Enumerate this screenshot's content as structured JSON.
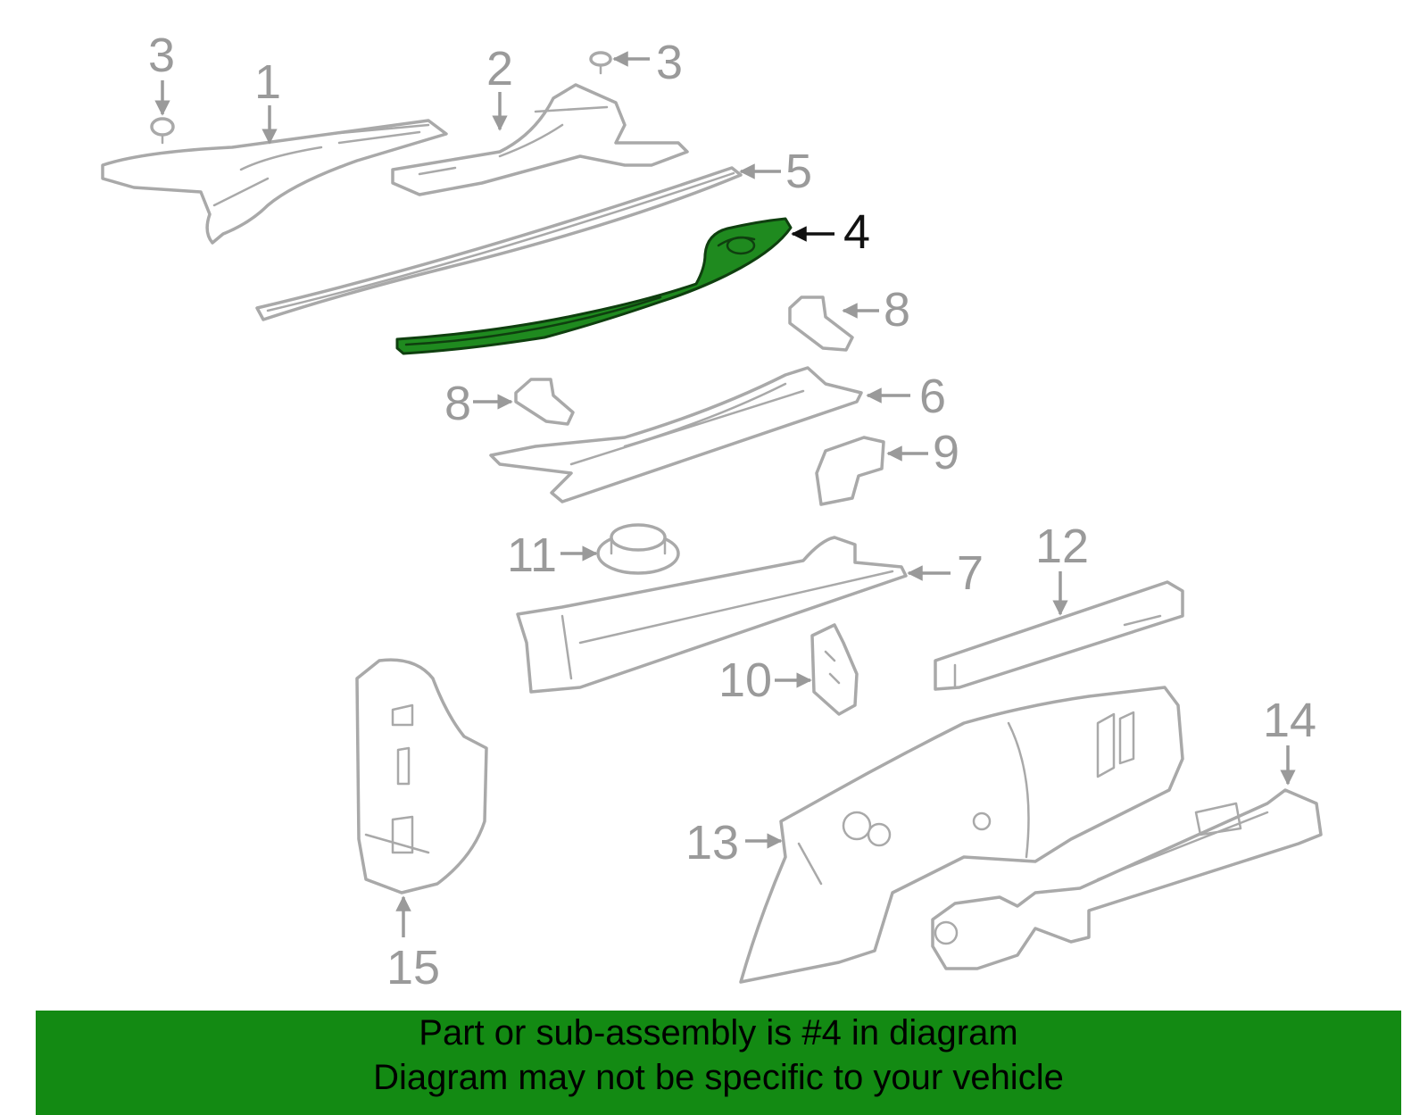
{
  "diagram": {
    "highlighted_part": "4",
    "colors": {
      "highlight": "#1f8a1f",
      "label": "#9a9a9a",
      "banner": "#138a13"
    },
    "callouts": [
      "1",
      "2",
      "3",
      "3",
      "4",
      "5",
      "6",
      "7",
      "8",
      "8",
      "9",
      "10",
      "11",
      "12",
      "13",
      "14",
      "15"
    ]
  },
  "banner": {
    "line1": "Part or sub-assembly is #4 in diagram",
    "line2": "Diagram may not be specific to your vehicle"
  }
}
